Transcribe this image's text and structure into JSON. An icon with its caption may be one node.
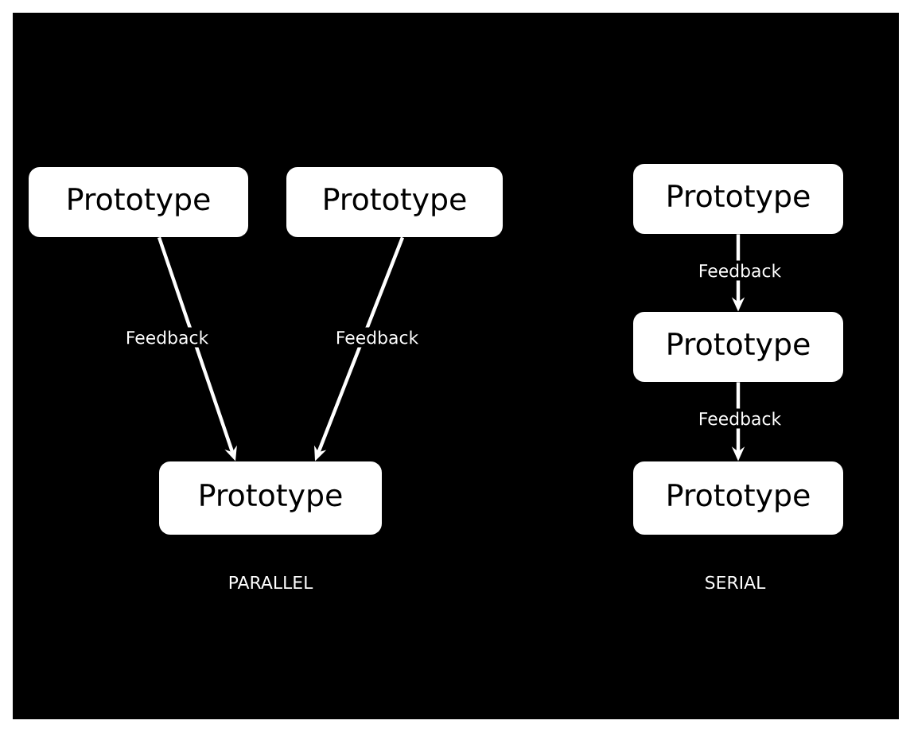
{
  "diagram": {
    "nodes": [
      {
        "text": [
          "Prototype"
        ]
      },
      {
        "text": [
          "Prototype"
        ]
      },
      {
        "text": [
          "Prototype"
        ]
      },
      {
        "text": [
          "Prototype"
        ]
      },
      {
        "text": [
          "Prototype"
        ]
      },
      {
        "text": [
          "Prototype"
        ]
      }
    ],
    "edges": [
      {
        "from": 0,
        "to": 2,
        "arrow": "to",
        "label": "Feedback"
      },
      {
        "from": 1,
        "to": 2,
        "arrow": "to",
        "label": "Feedback"
      },
      {
        "from": 3,
        "to": 4,
        "arrow": "to",
        "label": "Feedback"
      },
      {
        "from": 4,
        "to": 5,
        "arrow": "to",
        "label": "Feedback"
      }
    ],
    "labels": [
      "PARALLEL",
      "SERIAL"
    ]
  }
}
